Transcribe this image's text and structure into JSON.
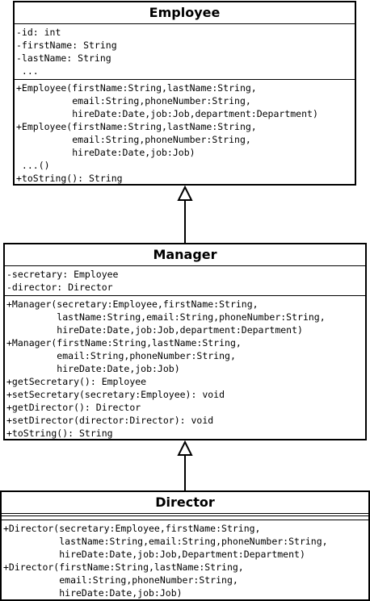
{
  "classes": [
    {
      "name": "Employee",
      "attributes": [
        "-id: int",
        "-firstName: String",
        "-lastName: String",
        " ..."
      ],
      "methods": [
        "+Employee(firstName:String,lastName:String,",
        "          email:String,phoneNumber:String,",
        "          hireDate:Date,job:Job,department:Department)",
        "+Employee(firstName:String,lastName:String,",
        "          email:String,phoneNumber:String,",
        "          hireDate:Date,job:Job)",
        " ...()",
        "+toString(): String"
      ]
    },
    {
      "name": "Manager",
      "attributes": [
        "-secretary: Employee",
        "-director: Director"
      ],
      "methods": [
        "+Manager(secretary:Employee,firstName:String,",
        "         lastName:String,email:String,phoneNumber:String,",
        "         hireDate:Date,job:Job,department:Department)",
        "+Manager(firstName:String,lastName:String,",
        "         email:String,phoneNumber:String,",
        "         hireDate:Date,job:Job)",
        "+getSecretary(): Employee",
        "+setSecretary(secretary:Employee): void",
        "+getDirector(): Director",
        "+setDirector(director:Director): void",
        "+toString(): String"
      ]
    },
    {
      "name": "Director",
      "attributes": [],
      "methods": [
        "+Director(secretary:Employee,firstName:String,",
        "          lastName:String,email:String,phoneNumber:String,",
        "          hireDate:Date,job:Job,Department:Department)",
        "+Director(firstName:String,lastName:String,",
        "          email:String,phoneNumber:String,",
        "          hireDate:Date,job:Job)"
      ]
    }
  ],
  "relationships": [
    {
      "from": "Manager",
      "to": "Employee",
      "type": "generalization"
    },
    {
      "from": "Director",
      "to": "Manager",
      "type": "generalization"
    }
  ]
}
